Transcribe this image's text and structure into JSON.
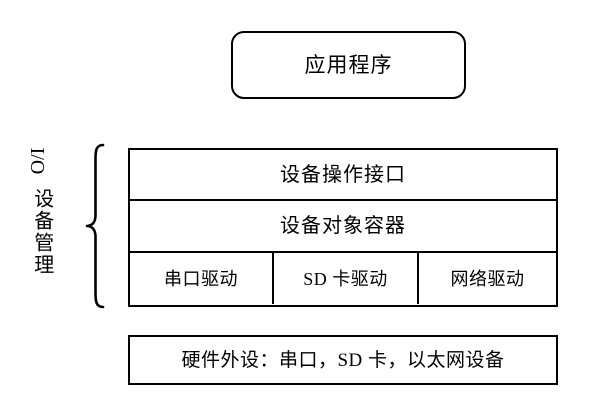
{
  "diagram": {
    "title_box": {
      "label": "应用程序"
    },
    "side_label": {
      "prefix": "I/O",
      "text": "设备管理"
    },
    "brace": {
      "icon": "curly-brace-icon"
    },
    "layers": [
      {
        "id": "device-operation-interface",
        "label": "设备操作接口"
      },
      {
        "id": "device-object-container",
        "label": "设备对象容器"
      }
    ],
    "drivers": [
      {
        "id": "serial-driver",
        "label": "串口驱动"
      },
      {
        "id": "sd-card-driver",
        "label": "SD 卡驱动"
      },
      {
        "id": "network-driver",
        "label": "网络驱动"
      }
    ],
    "hardware_box": {
      "label": "硬件外设：串口，SD 卡，以太网设备"
    },
    "colors": {
      "stroke": "#000000",
      "background": "#ffffff",
      "text": "#000000"
    }
  }
}
